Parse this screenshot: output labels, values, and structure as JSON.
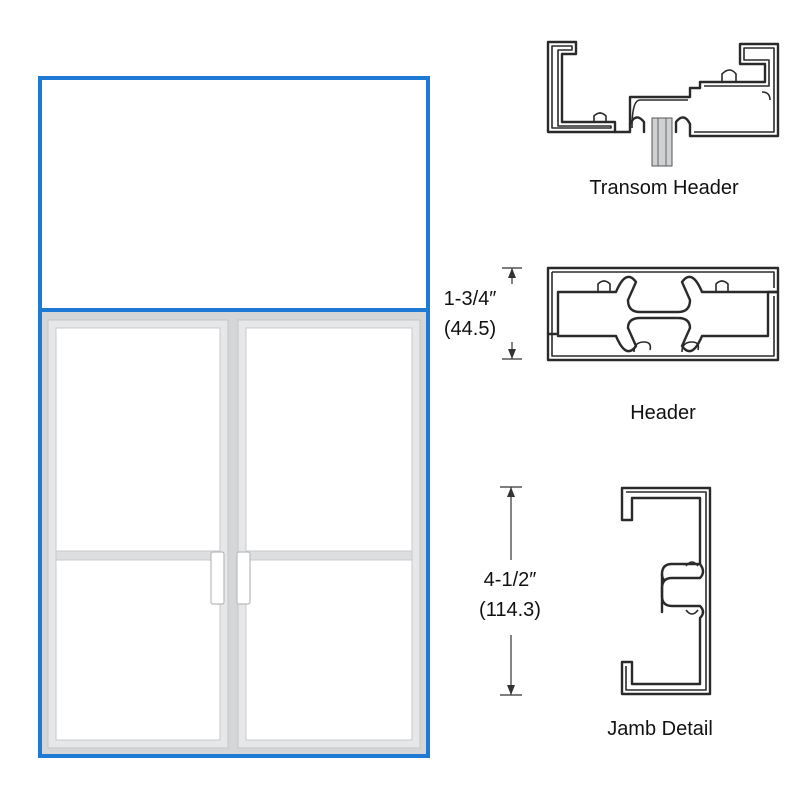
{
  "colors": {
    "frame_blue": "#1f7ad6",
    "door_frame": "#d4d6d8",
    "profile_stroke": "#2a2a2a",
    "background": "#ffffff"
  },
  "labels": {
    "transom_header": "Transom Header",
    "header": "Header",
    "jamb_detail": "Jamb Detail"
  },
  "dimensions": {
    "header_depth_in": "1-3/4″",
    "header_depth_mm": "(44.5)",
    "jamb_width_in": "4-1/2″",
    "jamb_width_mm": "(114.3)"
  }
}
